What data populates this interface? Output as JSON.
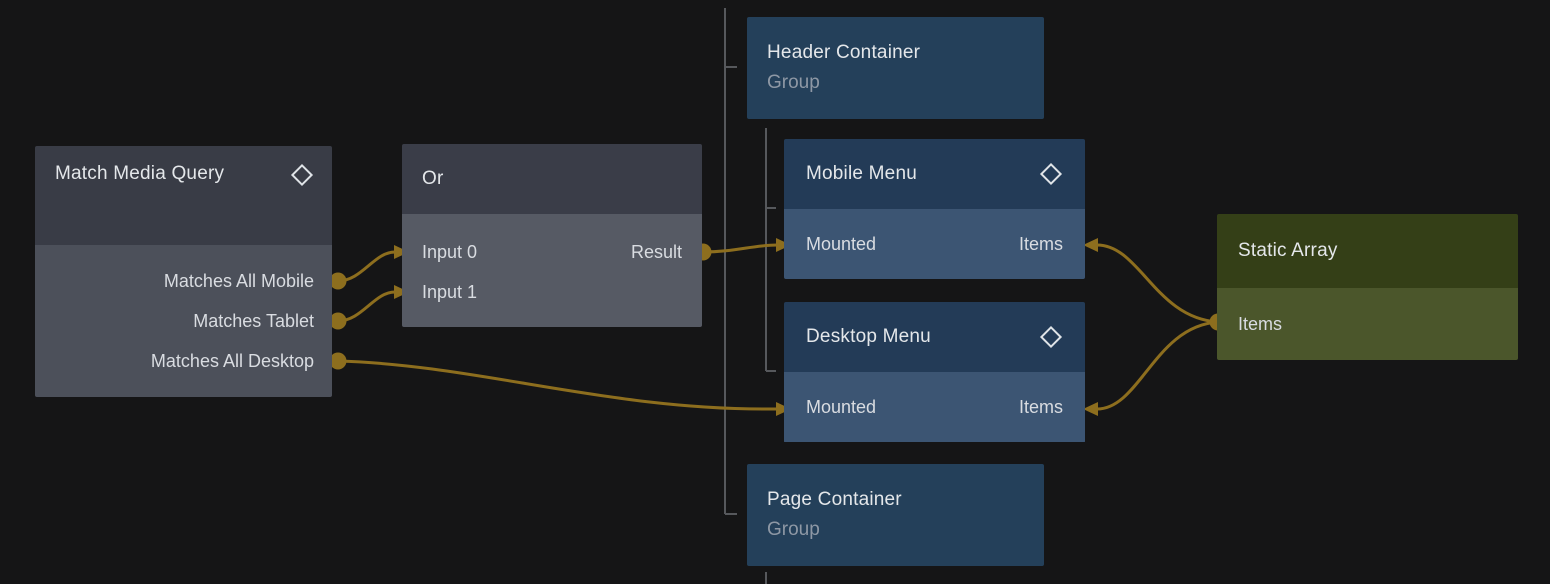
{
  "colors": {
    "background": "#151516",
    "wire": "#8d6e1e",
    "tree_line": "#56585c",
    "gray_node_header": "#393c46",
    "gray_node_body": "#4c505a",
    "or_node_body": "#565a64",
    "group_node": "#24405a",
    "menu_node_header": "#233b57",
    "menu_node_body": "#3c5573",
    "green_node_header": "#343f17",
    "green_node_body": "#4b562b",
    "title_text": "#e4e7ea",
    "subtitle_text": "#8e98a5",
    "port_text": "#d9dce1"
  },
  "nodes": [
    {
      "id": "match-media-query",
      "title": "Match Media Query",
      "icon": "diamond-icon",
      "outputs": [
        "Matches All Mobile",
        "Matches Tablet",
        "Matches All Desktop"
      ]
    },
    {
      "id": "or",
      "title": "Or",
      "inputs": [
        "Input 0",
        "Input 1"
      ],
      "outputs": [
        "Result"
      ]
    },
    {
      "id": "header-container",
      "title": "Header Container",
      "subtitle": "Group"
    },
    {
      "id": "mobile-menu",
      "title": "Mobile Menu",
      "icon": "diamond-icon",
      "inputs": [
        "Mounted"
      ],
      "right_inputs": [
        "Items"
      ]
    },
    {
      "id": "desktop-menu",
      "title": "Desktop Menu",
      "icon": "diamond-icon",
      "inputs": [
        "Mounted"
      ],
      "right_inputs": [
        "Items"
      ]
    },
    {
      "id": "page-container",
      "title": "Page Container",
      "subtitle": "Group"
    },
    {
      "id": "static-array",
      "title": "Static Array",
      "outputs": [
        "Items"
      ]
    }
  ],
  "connections": [
    {
      "from": "Match Media Query.Matches All Mobile",
      "to": "Or.Input 0"
    },
    {
      "from": "Match Media Query.Matches Tablet",
      "to": "Or.Input 1"
    },
    {
      "from": "Match Media Query.Matches All Desktop",
      "to": "Desktop Menu.Mounted"
    },
    {
      "from": "Or.Result",
      "to": "Mobile Menu.Mounted"
    },
    {
      "from": "Static Array.Items",
      "to": "Mobile Menu.Items"
    },
    {
      "from": "Static Array.Items",
      "to": "Desktop Menu.Items"
    }
  ],
  "hierarchy": {
    "parent_line_children": [
      "Header Container",
      "Page Container"
    ],
    "header_container_children": [
      "Mobile Menu",
      "Desktop Menu"
    ]
  }
}
